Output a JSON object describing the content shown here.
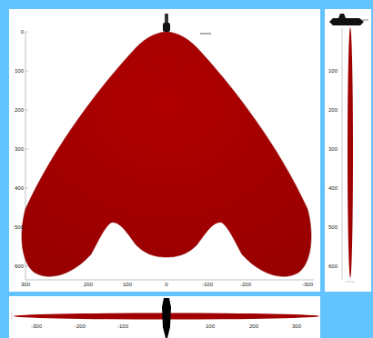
{
  "diagram": {
    "labels": [
      "0",
      "100",
      "200",
      "300",
      "400",
      "500",
      "600",
      "300",
      "200",
      "100",
      "0",
      "-100",
      "-200",
      "-300",
      "100",
      "200",
      "300",
      "400",
      "500",
      "600",
      "-300",
      "-200",
      "-100",
      "100",
      "200",
      "300"
    ]
  }
}
